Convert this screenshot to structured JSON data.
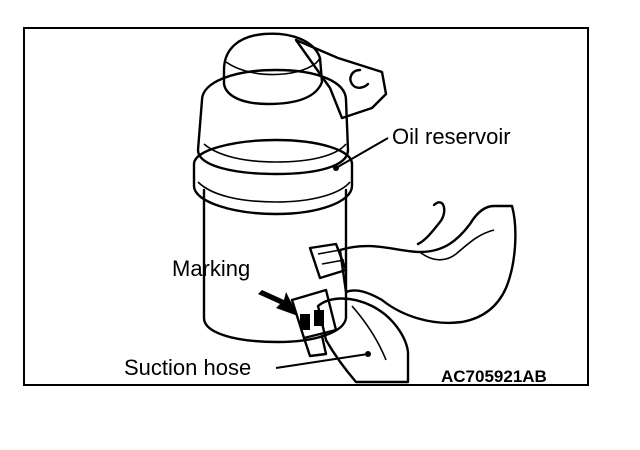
{
  "figure": {
    "labels": {
      "oil_reservoir": "Oil reservoir",
      "marking": "Marking",
      "suction_hose": "Suction hose"
    },
    "figure_code": "AC705921AB"
  }
}
